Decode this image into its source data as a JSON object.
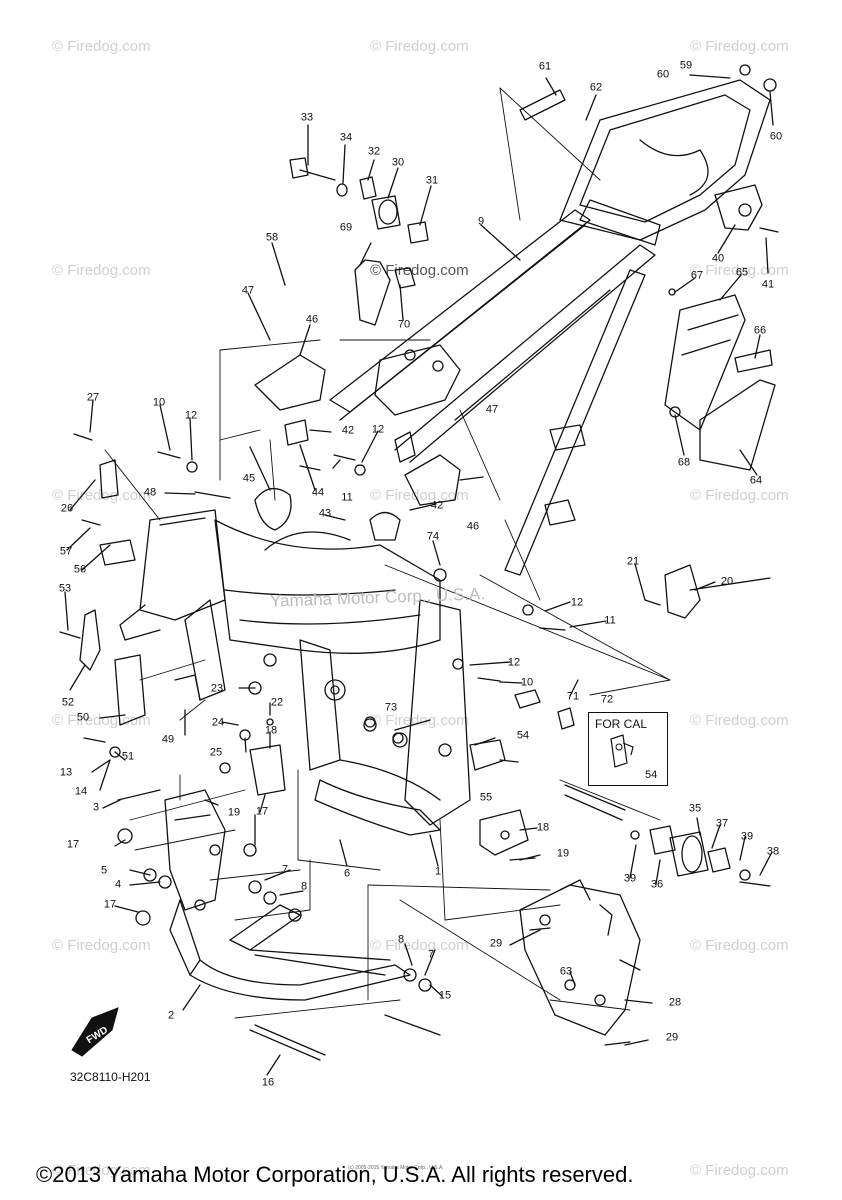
{
  "watermark_text": "© Firedog.com",
  "center_watermark": "Yamaha Motor Corp., U.S.A.",
  "diagram_code": "32C8110-H201",
  "copyright": "©2013 Yamaha Motor Corporation, U.S.A. All rights reserved.",
  "small_print": "(c) 2005-2015 Yamaha Motor Corp., U.S.A.",
  "for_cal": {
    "label": "FOR CAL",
    "part": "54"
  },
  "fwd_label": "FWD",
  "callouts": [
    {
      "n": "1"
    },
    {
      "n": "2"
    },
    {
      "n": "3"
    },
    {
      "n": "4"
    },
    {
      "n": "5"
    },
    {
      "n": "6"
    },
    {
      "n": "7"
    },
    {
      "n": "7"
    },
    {
      "n": "8"
    },
    {
      "n": "8"
    },
    {
      "n": "9"
    },
    {
      "n": "10"
    },
    {
      "n": "10"
    },
    {
      "n": "11"
    },
    {
      "n": "11"
    },
    {
      "n": "12"
    },
    {
      "n": "12"
    },
    {
      "n": "12"
    },
    {
      "n": "12"
    },
    {
      "n": "13"
    },
    {
      "n": "14"
    },
    {
      "n": "15"
    },
    {
      "n": "16"
    },
    {
      "n": "17"
    },
    {
      "n": "17"
    },
    {
      "n": "17"
    },
    {
      "n": "18"
    },
    {
      "n": "18"
    },
    {
      "n": "19"
    },
    {
      "n": "19"
    },
    {
      "n": "20"
    },
    {
      "n": "21"
    },
    {
      "n": "22"
    },
    {
      "n": "23"
    },
    {
      "n": "24"
    },
    {
      "n": "25"
    },
    {
      "n": "26"
    },
    {
      "n": "27"
    },
    {
      "n": "28"
    },
    {
      "n": "29"
    },
    {
      "n": "29"
    },
    {
      "n": "30"
    },
    {
      "n": "31"
    },
    {
      "n": "32"
    },
    {
      "n": "33"
    },
    {
      "n": "34"
    },
    {
      "n": "35"
    },
    {
      "n": "36"
    },
    {
      "n": "37"
    },
    {
      "n": "38"
    },
    {
      "n": "39"
    },
    {
      "n": "39"
    },
    {
      "n": "40"
    },
    {
      "n": "41"
    },
    {
      "n": "42"
    },
    {
      "n": "42"
    },
    {
      "n": "43"
    },
    {
      "n": "44"
    },
    {
      "n": "45"
    },
    {
      "n": "46"
    },
    {
      "n": "46"
    },
    {
      "n": "47"
    },
    {
      "n": "47"
    },
    {
      "n": "48"
    },
    {
      "n": "49"
    },
    {
      "n": "50"
    },
    {
      "n": "51"
    },
    {
      "n": "52"
    },
    {
      "n": "53"
    },
    {
      "n": "54"
    },
    {
      "n": "55"
    },
    {
      "n": "56"
    },
    {
      "n": "57"
    },
    {
      "n": "58"
    },
    {
      "n": "59"
    },
    {
      "n": "60"
    },
    {
      "n": "60"
    },
    {
      "n": "61"
    },
    {
      "n": "62"
    },
    {
      "n": "63"
    },
    {
      "n": "64"
    },
    {
      "n": "65"
    },
    {
      "n": "66"
    },
    {
      "n": "67"
    },
    {
      "n": "68"
    },
    {
      "n": "69"
    },
    {
      "n": "70"
    },
    {
      "n": "71"
    },
    {
      "n": "72"
    },
    {
      "n": "73"
    },
    {
      "n": "74"
    }
  ]
}
